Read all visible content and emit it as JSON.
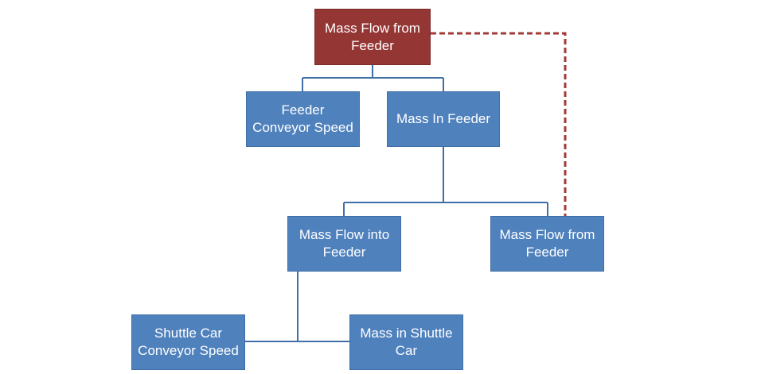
{
  "diagram": {
    "colors": {
      "node_fill": "#4f81bd",
      "root_fill": "#943634",
      "connector": "#3f6fa7",
      "dashed_link": "#a33a37",
      "text": "#ffffff"
    },
    "nodes": {
      "root": "Mass Flow from\nFeeder",
      "feeder_conveyor_speed": "Feeder\nConveyor Speed",
      "mass_in_feeder": "Mass In Feeder",
      "mass_flow_into_feeder": "Mass Flow into\nFeeder",
      "mass_flow_from_feeder": "Mass Flow from\nFeeder",
      "shuttle_car_conveyor_speed": "Shuttle Car\nConveyor Speed",
      "mass_in_shuttle_car": "Mass in Shuttle\nCar"
    },
    "edges": [
      {
        "from": "root",
        "to": "feeder_conveyor_speed",
        "style": "solid"
      },
      {
        "from": "root",
        "to": "mass_in_feeder",
        "style": "solid"
      },
      {
        "from": "mass_in_feeder",
        "to": "mass_flow_into_feeder",
        "style": "solid"
      },
      {
        "from": "mass_in_feeder",
        "to": "mass_flow_from_feeder",
        "style": "solid"
      },
      {
        "from": "mass_flow_into_feeder",
        "to": "shuttle_car_conveyor_speed",
        "style": "solid"
      },
      {
        "from": "mass_flow_into_feeder",
        "to": "mass_in_shuttle_car",
        "style": "solid"
      },
      {
        "from": "mass_flow_from_feeder",
        "to": "root",
        "style": "dashed"
      }
    ]
  }
}
